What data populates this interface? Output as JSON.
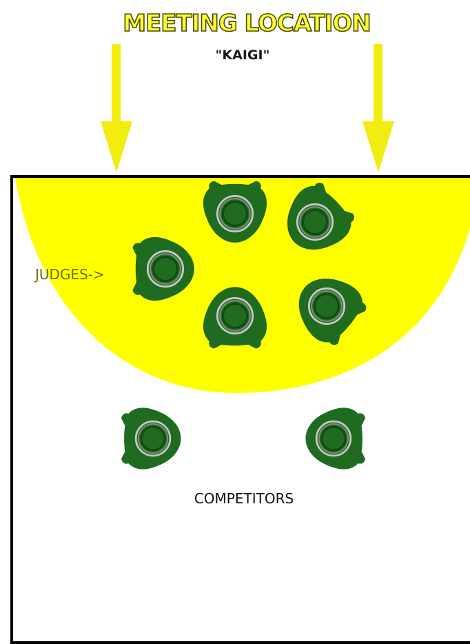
{
  "title": "MEETING LOCATION",
  "subtitle": "\"KAIGI\"",
  "labels": {
    "judges": "JUDGES->",
    "competitors": "COMPETITORS"
  },
  "colors": {
    "yellow": "#FFFF00",
    "arrow_yellow": "#F2EC10",
    "title_fill": "#FFFF33",
    "figure_green": "#1F6B1F",
    "figure_dark": "#0F4A10",
    "label_judges": "#6E6E00",
    "border": "#000000"
  },
  "figures": {
    "judges_count": 5,
    "competitors_count": 2,
    "icon": "seated-person-top-view-icon"
  }
}
